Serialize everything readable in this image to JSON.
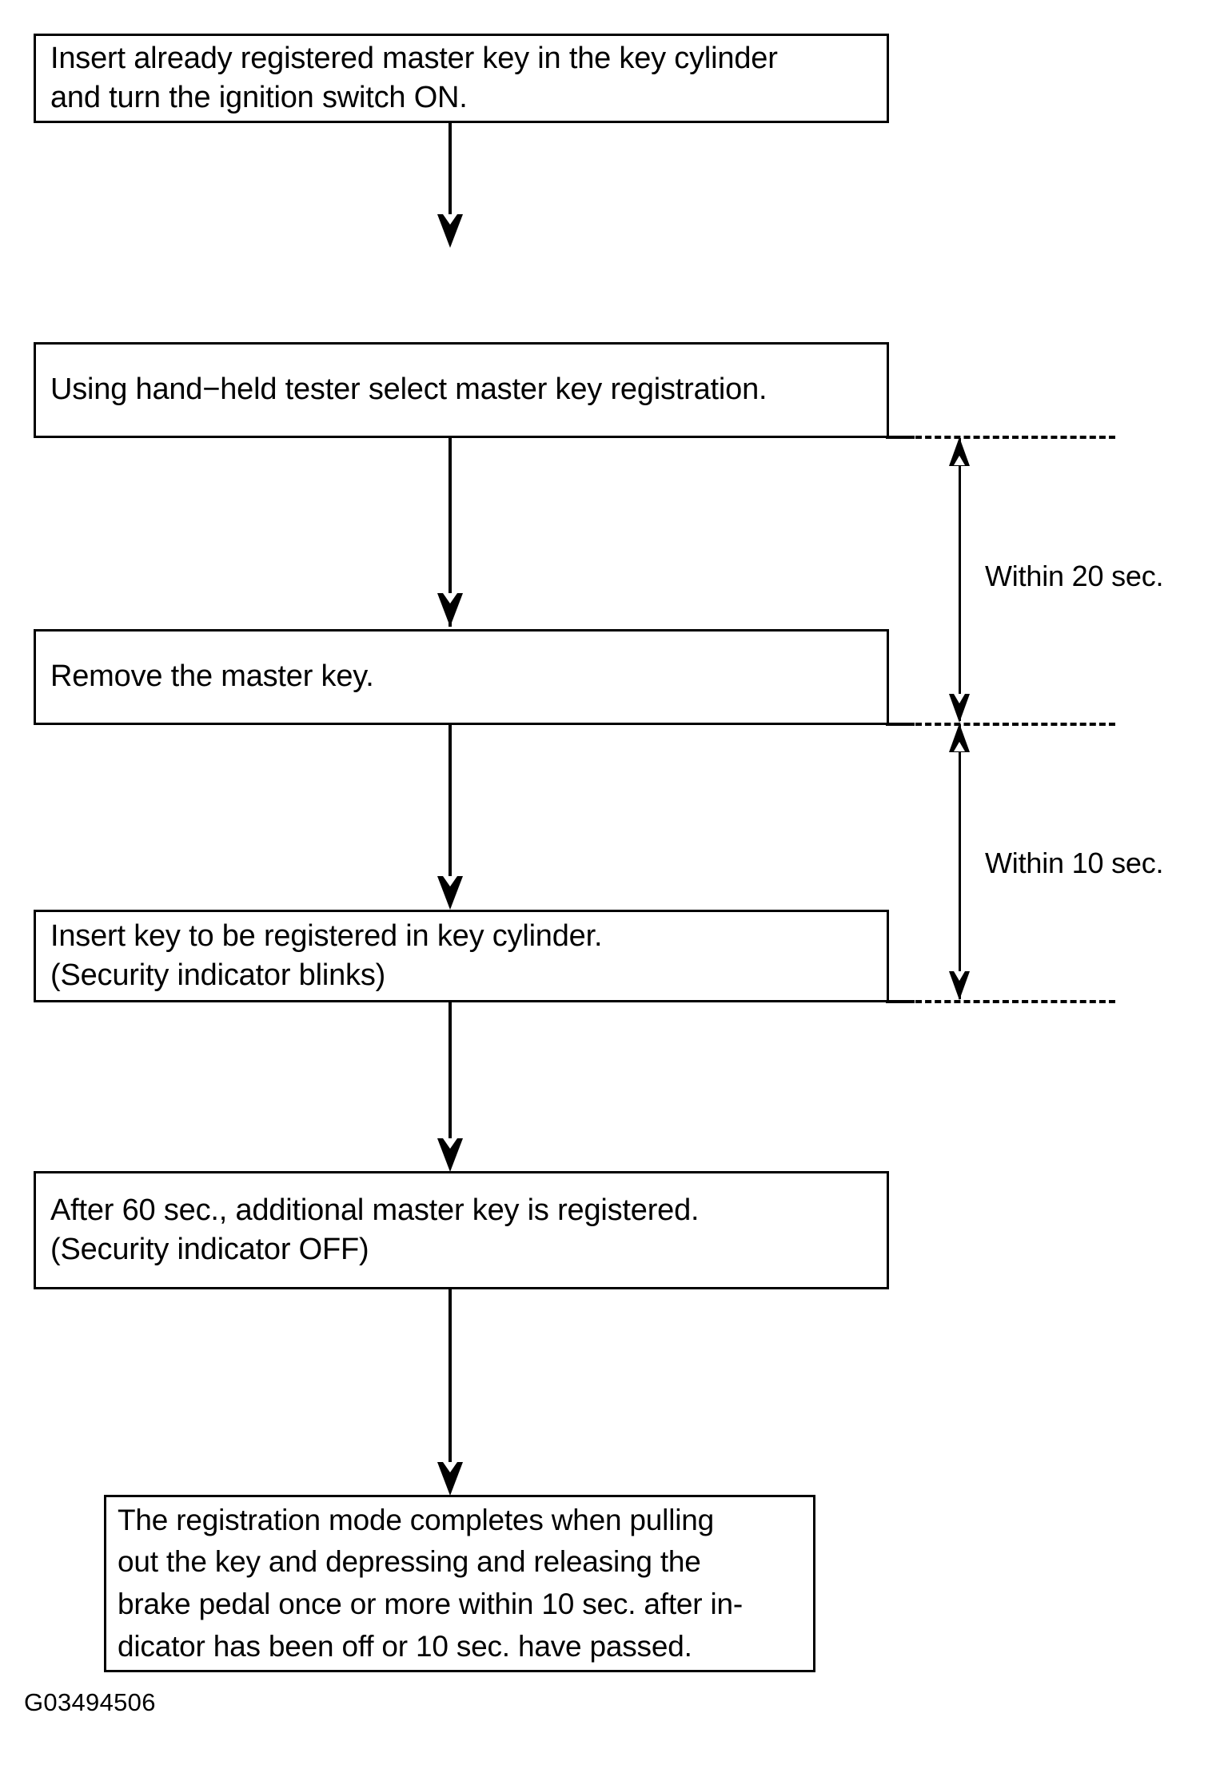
{
  "figure": {
    "type": "flowchart",
    "code": "G03494506",
    "orientation": "vertical",
    "colors": {
      "background": "#ffffff",
      "stroke": "#000000",
      "text": "#000000"
    }
  },
  "steps": [
    {
      "id": "step-1",
      "lines": [
        "Insert already registered master key in the key cylinder",
        "and turn the ignition switch ON."
      ]
    },
    {
      "id": "step-2",
      "lines": [
        "Using hand−held tester select master key registration."
      ]
    },
    {
      "id": "step-3",
      "lines": [
        "Remove the master key."
      ]
    },
    {
      "id": "step-4",
      "lines": [
        "Insert key to be registered in key cylinder.",
        "(Security indicator blinks)"
      ]
    },
    {
      "id": "step-5",
      "lines": [
        "After 60 sec., additional master key is registered.",
        "(Security indicator OFF)"
      ]
    },
    {
      "id": "step-6",
      "lines": [
        "The registration mode completes when pulling",
        "out the key and depressing and releasing the",
        "brake pedal once or more within 10 sec. after in-",
        "dicator has been off or 10 sec. have passed."
      ]
    }
  ],
  "timing_annotations": [
    {
      "id": "timing-20",
      "label": "Within 20 sec.",
      "spans_from": "step-2",
      "spans_to": "step-3"
    },
    {
      "id": "timing-10",
      "label": "Within 10 sec.",
      "spans_from": "step-3",
      "spans_to": "step-4"
    }
  ]
}
